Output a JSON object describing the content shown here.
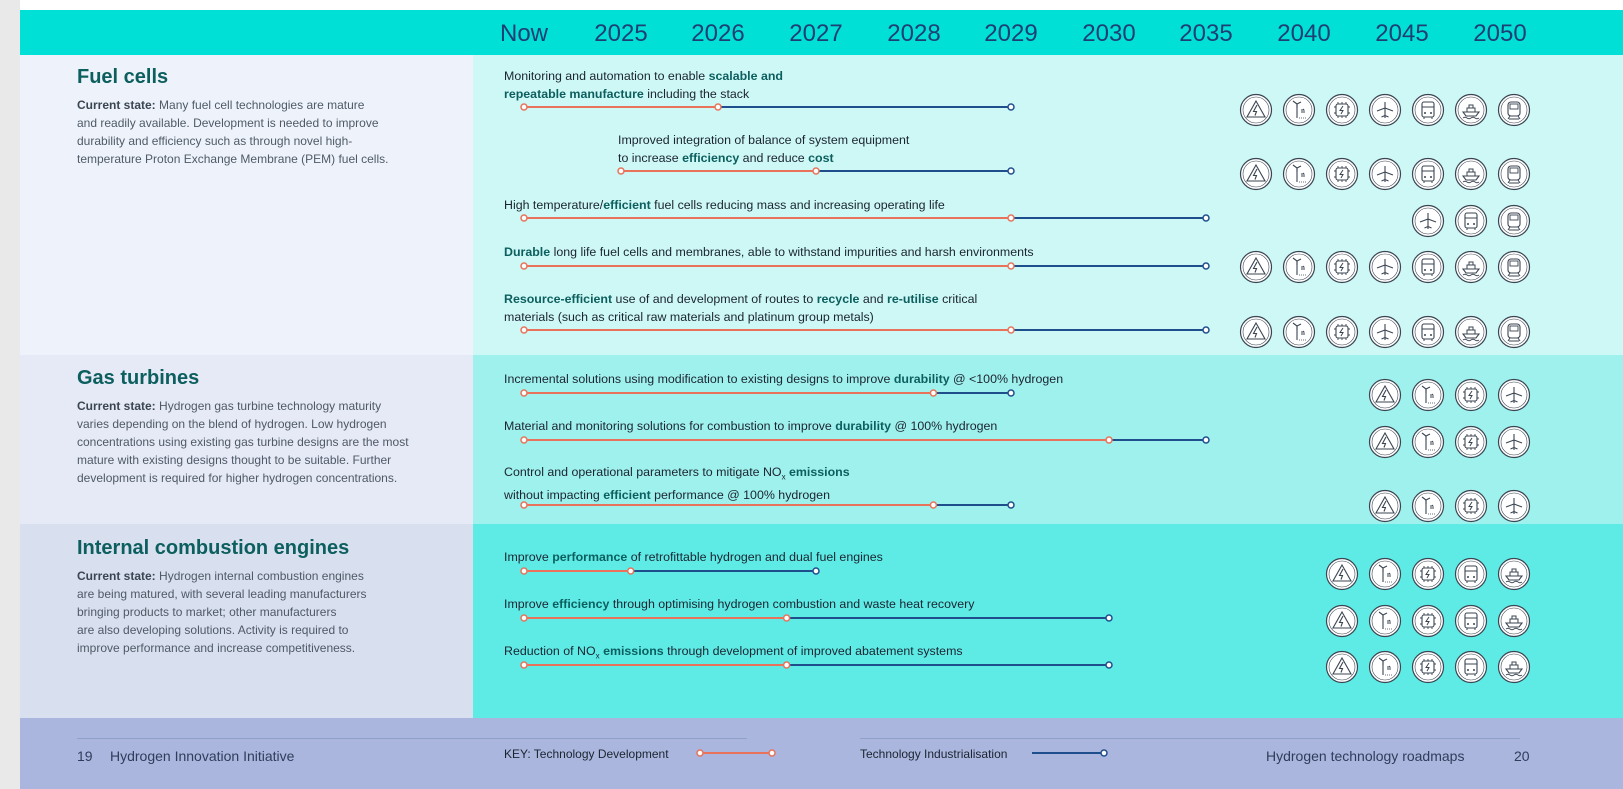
{
  "timeline": [
    "Now",
    "2025",
    "2026",
    "2027",
    "2028",
    "2029",
    "2030",
    "2035",
    "2040",
    "2045",
    "2050"
  ],
  "sections": [
    {
      "title": "Fuel cells",
      "state_label": "Current state:",
      "state_lines": [
        " Many fuel cell technologies are mature",
        "and readily available. Development is needed to improve",
        "durability and efficiency such as through novel high-",
        "temperature Proton Exchange Membrane (PEM) fuel cells."
      ],
      "rows": [
        {
          "lines": [
            [
              "Monitoring and automation to enable ",
              {
                "b": "scalable and"
              }
            ],
            [
              {
                "b": "repeatable manufacture"
              },
              " including the stack"
            ]
          ],
          "dev_start": 0,
          "dev_end": 2,
          "ind_end": 5,
          "icons": [
            "power-icon",
            "wind-turbine-icon",
            "electronics-icon",
            "aircraft-icon",
            "bus-icon",
            "ship-icon",
            "train-icon"
          ]
        },
        {
          "lines": [
            [
              "Improved integration of balance of system equipment"
            ],
            [
              "to increase ",
              {
                "b": "efficiency"
              },
              " and reduce ",
              {
                "b": "cost"
              }
            ]
          ],
          "dev_start": 1,
          "dev_end": 3,
          "ind_end": 5,
          "icons": [
            "power-icon",
            "wind-turbine-icon",
            "electronics-icon",
            "aircraft-icon",
            "bus-icon",
            "ship-icon",
            "train-icon"
          ]
        },
        {
          "lines": [
            [
              "High temperature/",
              {
                "b": "efficient"
              },
              " fuel cells reducing mass and increasing operating life"
            ]
          ],
          "dev_start": 0,
          "dev_end": 5,
          "ind_end": 7,
          "icons": [
            "aircraft-icon",
            "bus-icon",
            "train-icon"
          ]
        },
        {
          "lines": [
            [
              {
                "b": "Durable"
              },
              " long life fuel cells and membranes, able to withstand impurities and harsh environments"
            ]
          ],
          "dev_start": 0,
          "dev_end": 5,
          "ind_end": 7,
          "icons": [
            "power-icon",
            "wind-turbine-icon",
            "electronics-icon",
            "aircraft-icon",
            "bus-icon",
            "ship-icon",
            "train-icon"
          ]
        },
        {
          "lines": [
            [
              {
                "b": "Resource-efficient"
              },
              " use of and development of routes to ",
              {
                "b": "recycle"
              },
              " and ",
              {
                "b": "re-utilise"
              },
              " critical"
            ],
            [
              "materials (such as critical raw materials and platinum group metals)"
            ]
          ],
          "dev_start": 0,
          "dev_end": 5,
          "ind_end": 7,
          "icons": [
            "power-icon",
            "wind-turbine-icon",
            "electronics-icon",
            "aircraft-icon",
            "bus-icon",
            "ship-icon",
            "train-icon"
          ]
        }
      ]
    },
    {
      "title": "Gas turbines",
      "state_label": "Current state:",
      "state_lines": [
        " Hydrogen gas turbine technology maturity",
        "varies depending on the blend of hydrogen. Low hydrogen",
        "concentrations using existing gas turbine designs are the most",
        "mature with existing designs thought to be suitable. Further",
        "development is required for higher hydrogen concentrations."
      ],
      "rows": [
        {
          "lines": [
            [
              "Incremental solutions using modification to existing designs to improve ",
              {
                "b": "durability"
              },
              " @ <100% hydrogen"
            ]
          ],
          "dev_start": 0,
          "dev_end": 4.2,
          "ind_end": 5,
          "icons": [
            "power-icon",
            "wind-turbine-icon",
            "electronics-icon",
            "aircraft-icon"
          ]
        },
        {
          "lines": [
            [
              "Material and monitoring solutions for combustion to improve ",
              {
                "b": "durability"
              },
              " @ 100% hydrogen"
            ]
          ],
          "dev_start": 0,
          "dev_end": 6,
          "ind_end": 7,
          "icons": [
            "power-icon",
            "wind-turbine-icon",
            "electronics-icon",
            "aircraft-icon"
          ]
        },
        {
          "lines": [
            [
              "Control and operational parameters to mitigate NO",
              {
                "sub": "x"
              },
              " ",
              {
                "b": "emissions"
              }
            ],
            [
              "without impacting ",
              {
                "b": "efficient"
              },
              " performance @ 100% hydrogen"
            ]
          ],
          "dev_start": 0,
          "dev_end": 4.2,
          "ind_end": 5,
          "icons": [
            "power-icon",
            "wind-turbine-icon",
            "electronics-icon",
            "aircraft-icon"
          ]
        }
      ]
    },
    {
      "title": "Internal combustion engines",
      "state_label": "Current state:",
      "state_lines": [
        " Hydrogen internal combustion engines",
        "are being matured, with several leading manufacturers",
        "bringing products to market; other manufacturers",
        "are also developing solutions. Activity is required to",
        "improve performance and increase competitiveness."
      ],
      "rows": [
        {
          "lines": [
            [
              "Improve ",
              {
                "b": "performance"
              },
              " of retrofittable hydrogen and dual fuel engines"
            ]
          ],
          "dev_start": 0,
          "dev_end": 1.1,
          "ind_end": 3,
          "icons": [
            "power-icon",
            "wind-turbine-icon",
            "electronics-icon",
            "bus-icon",
            "ship-icon"
          ]
        },
        {
          "lines": [
            [
              "Improve ",
              {
                "b": "efficiency"
              },
              " through optimising hydrogen combustion and waste heat recovery"
            ]
          ],
          "dev_start": 0,
          "dev_end": 2.7,
          "ind_end": 6,
          "icons": [
            "power-icon",
            "wind-turbine-icon",
            "electronics-icon",
            "bus-icon",
            "ship-icon"
          ]
        },
        {
          "lines": [
            [
              "Reduction of NO",
              {
                "sub": "x"
              },
              " ",
              {
                "b": "emissions"
              },
              " through development of improved abatement systems"
            ]
          ],
          "dev_start": 0,
          "dev_end": 2.7,
          "ind_end": 6,
          "icons": [
            "power-icon",
            "wind-turbine-icon",
            "electronics-icon",
            "bus-icon",
            "ship-icon"
          ]
        }
      ]
    }
  ],
  "footer": {
    "left_page": "19",
    "left_title": "Hydrogen Innovation Initiative",
    "key_label": "KEY: Technology Development",
    "key_industrialisation": "Technology Industrialisation",
    "right_title": "Hydrogen technology roadmaps",
    "right_page": "20"
  },
  "colors": {
    "header": "#00e0d6",
    "dev_line": "#e8735a",
    "ind_line": "#1f4e8c",
    "section_title": "#0c5f5e",
    "footer": "#aab6dd"
  }
}
